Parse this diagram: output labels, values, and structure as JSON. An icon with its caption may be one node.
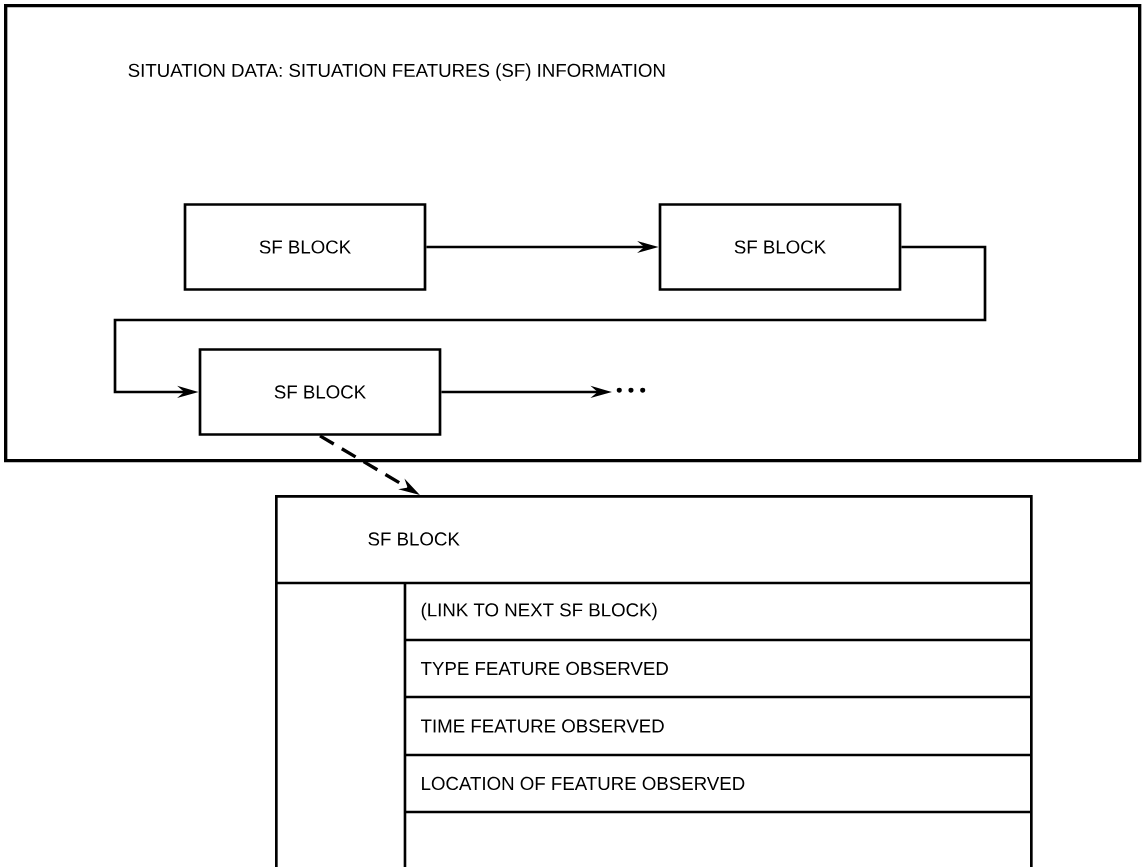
{
  "diagram": {
    "nodes": [
      {
        "text": [
          "SITUATION DATA:  SITUATION FEATURES (SF) INFORMATION"
        ]
      },
      {
        "text": [
          "SF BLOCK"
        ],
        "in": 0
      },
      {
        "text": [
          "SF BLOCK"
        ],
        "in": 0
      },
      {
        "text": [
          "SF BLOCK"
        ],
        "in": 0
      },
      {
        "text": [
          "• • •"
        ],
        "in": 0
      },
      {
        "text": [
          "SF BLOCK",
          "(LINK TO NEXT SF BLOCK)",
          "TYPE FEATURE OBSERVED",
          "TIME FEATURE OBSERVED",
          "LOCATION OF FEATURE OBSERVED"
        ]
      }
    ],
    "edges": [
      {
        "from": 1,
        "to": 2,
        "arrow": "to"
      },
      {
        "from": 2,
        "to": 3,
        "arrow": "to"
      },
      {
        "from": 3,
        "to": 4,
        "arrow": "to"
      },
      {
        "from": 3,
        "to": 5,
        "arrow": "to",
        "style": "dashed"
      }
    ]
  }
}
